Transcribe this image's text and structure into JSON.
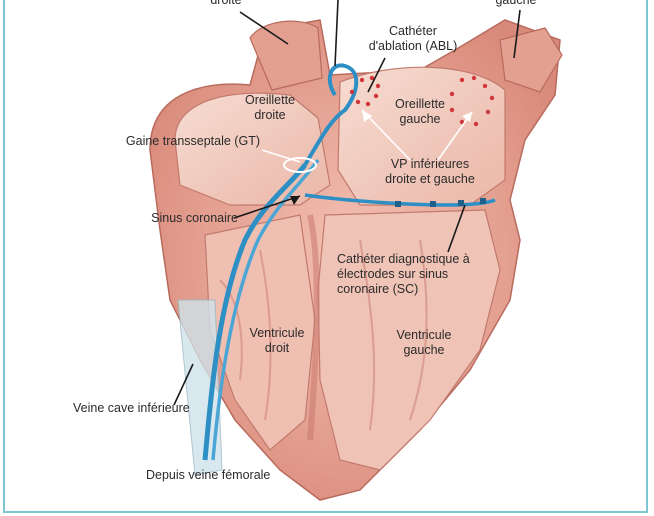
{
  "labels": {
    "top_left_partial": "droite",
    "top_right_partial": "gauche",
    "ablation_catheter": [
      "Cathéter",
      "d'ablation (ABL)"
    ],
    "right_atrium": [
      "Oreillette",
      "droite"
    ],
    "left_atrium": [
      "Oreillette",
      "gauche"
    ],
    "transseptal_sheath": "Gaine transseptale (GT)",
    "inferior_pv": [
      "VP inférieures",
      "droite et gauche"
    ],
    "coronary_sinus": "Sinus coronaire",
    "cs_catheter": [
      "Cathéter diagnostique à",
      "électrodes sur sinus",
      "coronaire (SC)"
    ],
    "right_ventricle": [
      "Ventricule",
      "droit"
    ],
    "left_ventricle": [
      "Ventricule",
      "gauche"
    ],
    "ivc": "Veine cave inférieure",
    "femoral": "Depuis veine fémorale"
  },
  "colors": {
    "frame": "#7ec6d3",
    "tissue": "#e9a99a",
    "tissue_dark": "#c9786b",
    "chamber": "#f3cfc4",
    "catheter": "#2e8fc4",
    "electrode": "#d0353a",
    "leader": "#1a1a1a",
    "leader_white": "#ffffff"
  }
}
